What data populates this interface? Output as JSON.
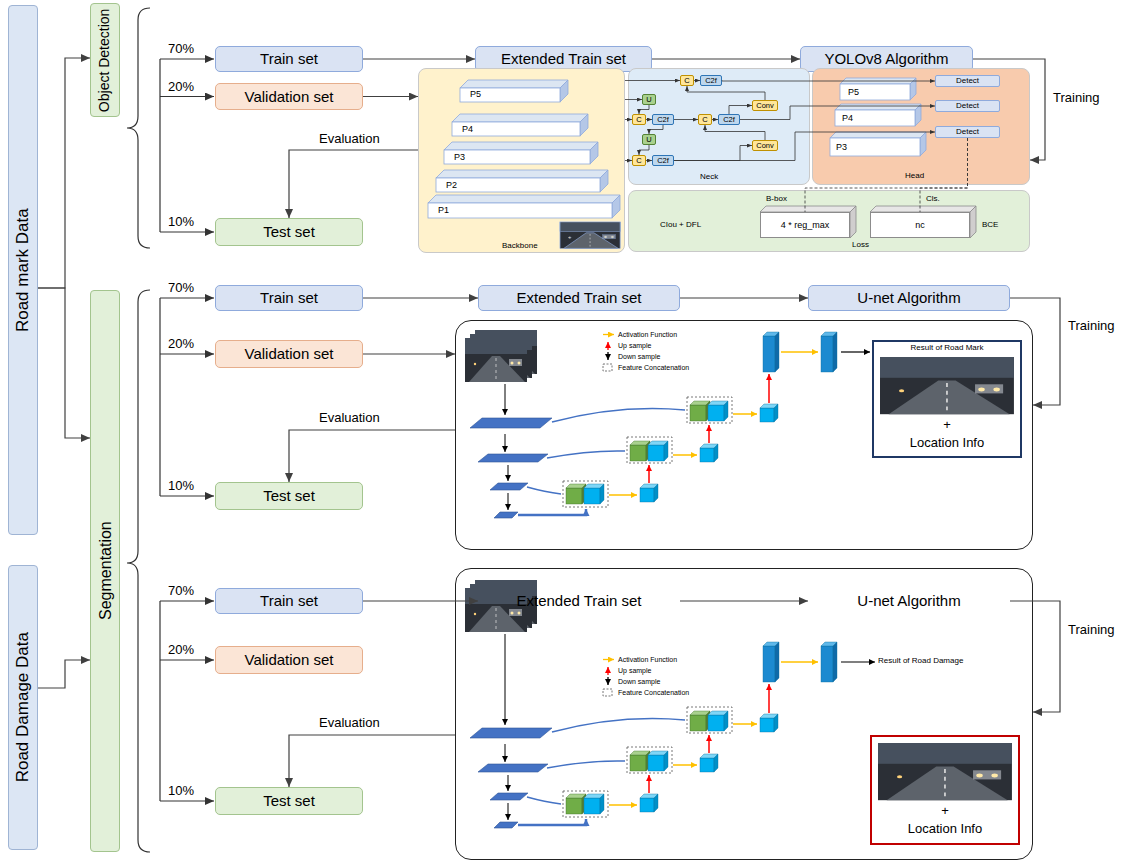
{
  "diagram": {
    "nodes": [
      {
        "text": [
          "Road mark Data"
        ]
      },
      {
        "text": [
          "Object Detection"
        ]
      },
      {
        "text": [
          "Train set"
        ]
      },
      {
        "text": [
          "Extended Train set"
        ]
      },
      {
        "text": [
          "YOLOv8 Algorithm"
        ]
      },
      {
        "text": [
          "Validation set"
        ]
      },
      {
        "text": [
          "Test set"
        ]
      },
      {
        "text": [
          "P5",
          "P4",
          "P3",
          "P2",
          "P1",
          "Backbone"
        ]
      },
      {
        "text": [
          "Neck"
        ]
      },
      {
        "text": [
          "C"
        ],
        "in": 8
      },
      {
        "text": [
          "C2f"
        ],
        "in": 8
      },
      {
        "text": [
          "U"
        ],
        "in": 8
      },
      {
        "text": [
          "Conv"
        ],
        "in": 8
      },
      {
        "text": [
          "C"
        ],
        "in": 8
      },
      {
        "text": [
          "C2f"
        ],
        "in": 8
      },
      {
        "text": [
          "C"
        ],
        "in": 8
      },
      {
        "text": [
          "C2f"
        ],
        "in": 8
      },
      {
        "text": [
          "U"
        ],
        "in": 8
      },
      {
        "text": [
          "Conv"
        ],
        "in": 8
      },
      {
        "text": [
          "C"
        ],
        "in": 8
      },
      {
        "text": [
          "C2f"
        ],
        "in": 8
      },
      {
        "text": [
          "P5",
          "P4",
          "P3",
          "Head"
        ]
      },
      {
        "text": [
          "Detect"
        ],
        "in": 21
      },
      {
        "text": [
          "Detect"
        ],
        "in": 21
      },
      {
        "text": [
          "Detect"
        ],
        "in": 21
      },
      {
        "text": [
          "B-box",
          "Cls.",
          "CIou + DFL",
          "BCE",
          "Loss"
        ]
      },
      {
        "text": [
          "4 * reg_max"
        ],
        "in": 25
      },
      {
        "text": [
          "nc"
        ],
        "in": 25
      },
      {
        "text": [
          "Segmentation"
        ]
      },
      {
        "text": [
          "Train set"
        ]
      },
      {
        "text": [
          "Extended Train set"
        ]
      },
      {
        "text": [
          "U-net Algorithm"
        ]
      },
      {
        "text": [
          "Validation set"
        ]
      },
      {
        "text": [
          "Test set"
        ]
      },
      {
        "text": []
      },
      {
        "text": [
          "Result of Road Mark",
          "+",
          "Location Info"
        ],
        "in": 34
      },
      {
        "text": [
          "Road Damage Data"
        ]
      },
      {
        "text": [
          "Train set"
        ]
      },
      {
        "text": [
          "Extended Train set"
        ]
      },
      {
        "text": [
          "U-net Algorithm"
        ]
      },
      {
        "text": [
          "Validation set"
        ]
      },
      {
        "text": [
          "Test set"
        ]
      },
      {
        "text": [
          "Result of Road Damage"
        ]
      },
      {
        "text": [
          "+",
          "Location Info"
        ],
        "in": 42
      }
    ],
    "edges": [
      {
        "from": 0,
        "to": 1,
        "arrow": "to"
      },
      {
        "from": 0,
        "to": 28,
        "arrow": "to"
      },
      {
        "from": 36,
        "to": 28,
        "arrow": "to"
      },
      {
        "from": 2,
        "to": 3,
        "arrow": "to"
      },
      {
        "from": 3,
        "to": 4,
        "arrow": "to"
      },
      {
        "from": 4,
        "to": 21,
        "label": "Training",
        "arrow": "to"
      },
      {
        "from": 5,
        "to": 7,
        "arrow": "to"
      },
      {
        "from": 7,
        "to": 6,
        "label": "Evaluation",
        "arrow": "to"
      },
      {
        "from": 7,
        "to": 9,
        "arrow": "to"
      },
      {
        "from": 7,
        "to": 11,
        "arrow": "to"
      },
      {
        "from": 7,
        "to": 13,
        "arrow": "to"
      },
      {
        "from": 7,
        "to": 19,
        "arrow": "to"
      },
      {
        "from": 9,
        "to": 10,
        "arrow": "to"
      },
      {
        "from": 11,
        "to": 13,
        "arrow": "to"
      },
      {
        "from": 13,
        "to": 14,
        "arrow": "to"
      },
      {
        "from": 14,
        "to": 15,
        "arrow": "to"
      },
      {
        "from": 14,
        "to": 17,
        "arrow": "to"
      },
      {
        "from": 17,
        "to": 19,
        "arrow": "to"
      },
      {
        "from": 19,
        "to": 20,
        "arrow": "to"
      },
      {
        "from": 20,
        "to": 18,
        "arrow": "to"
      },
      {
        "from": 18,
        "to": 15,
        "arrow": "to"
      },
      {
        "from": 15,
        "to": 16,
        "arrow": "to"
      },
      {
        "from": 16,
        "to": 12,
        "arrow": "to"
      },
      {
        "from": 12,
        "to": 9,
        "arrow": "to"
      },
      {
        "from": 10,
        "to": 22,
        "arrow": "to"
      },
      {
        "from": 16,
        "to": 23,
        "arrow": "to"
      },
      {
        "from": 20,
        "to": 24,
        "arrow": "to"
      },
      {
        "from": 24,
        "to": 26,
        "arrow": "none"
      },
      {
        "from": 24,
        "to": 27,
        "arrow": "none"
      },
      {
        "from": 29,
        "to": 30,
        "arrow": "to"
      },
      {
        "from": 30,
        "to": 31,
        "arrow": "to"
      },
      {
        "from": 31,
        "to": 34,
        "label": "Training",
        "arrow": "to"
      },
      {
        "from": 32,
        "to": 34,
        "arrow": "to"
      },
      {
        "from": 34,
        "to": 33,
        "label": "Evaluation",
        "arrow": "to"
      },
      {
        "from": 37,
        "to": 38,
        "arrow": "to"
      },
      {
        "from": 38,
        "to": 39,
        "arrow": "to"
      },
      {
        "from": 39,
        "to": 42,
        "label": "Training",
        "arrow": "to"
      },
      {
        "from": 42,
        "to": 41,
        "label": "Evaluation",
        "arrow": "to"
      }
    ],
    "labels": [
      "70%",
      "20%",
      "10%",
      "70%",
      "20%",
      "10%",
      "70%",
      "20%",
      "10%"
    ],
    "legend": [
      {
        "text": "Activation Function"
      },
      {
        "text": "Up sample"
      },
      {
        "text": "Down sample"
      },
      {
        "text": "Feature Concatenation"
      },
      {
        "text": "Activation Function"
      },
      {
        "text": "Up sample"
      },
      {
        "text": "Down sample"
      },
      {
        "text": "Feature Concatenation"
      }
    ]
  }
}
